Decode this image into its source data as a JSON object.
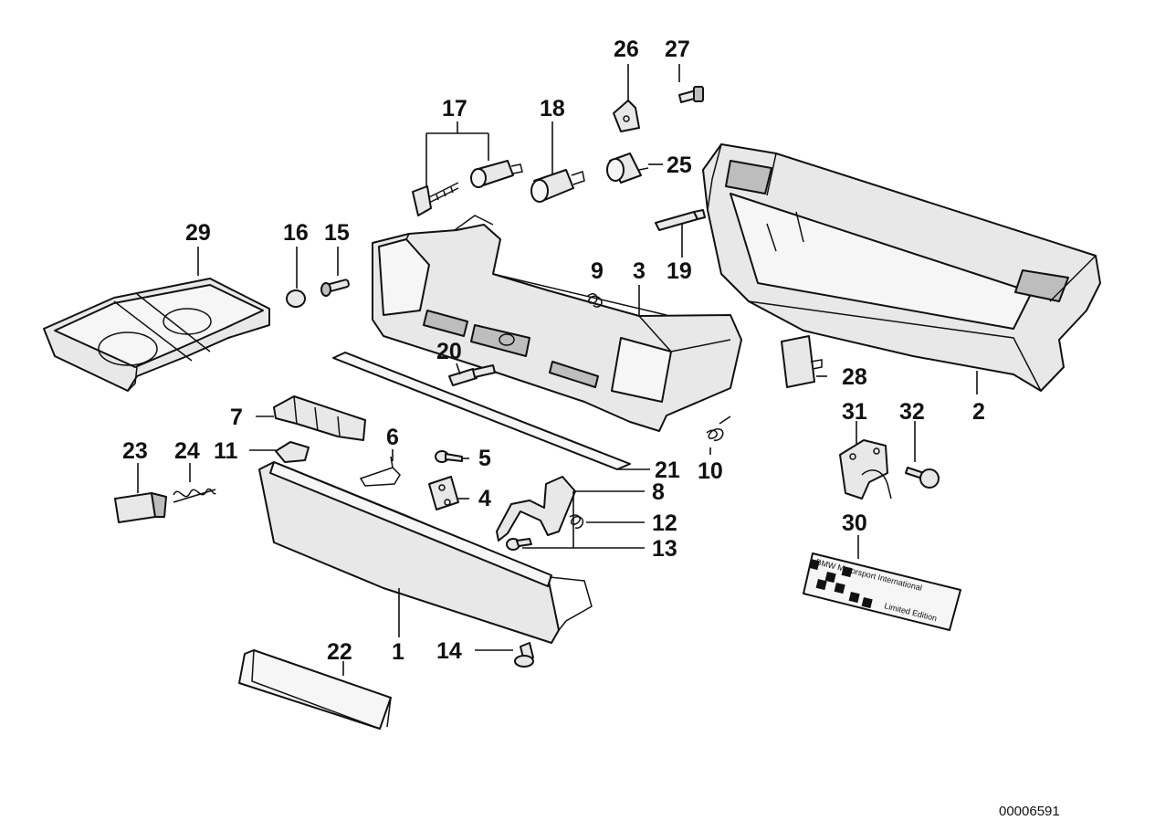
{
  "diagram": {
    "reference_number": "00006591",
    "decal": {
      "line1": "BMW   Motorsport   International",
      "line2": "Limited Edition"
    },
    "callouts": {
      "c1": "1",
      "c2": "2",
      "c3": "3",
      "c4": "4",
      "c5": "5",
      "c7": "7",
      "c8": "8",
      "c9": "9",
      "c10": "10",
      "c11": "11",
      "c12": "12",
      "c13": "13",
      "c14": "14",
      "c15": "15",
      "c16": "16",
      "c17": "17",
      "c18": "18",
      "c19": "19",
      "c20": "20",
      "c21": "21",
      "c22": "22",
      "c23": "23",
      "c24": "24",
      "c25": "25",
      "c26": "26",
      "c27": "27",
      "c28": "28",
      "c29": "29",
      "c30": "30",
      "c31": "31",
      "c32": "32"
    }
  }
}
